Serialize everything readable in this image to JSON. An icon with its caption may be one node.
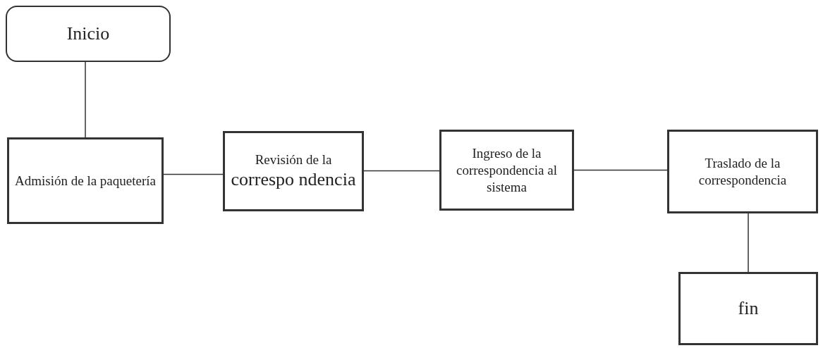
{
  "diagram": {
    "nodes": [
      {
        "text": [
          "Inicio"
        ]
      },
      {
        "text": [
          "Admisión de la paquetería"
        ]
      },
      {
        "text": [
          "Revisión de la",
          "correspo ndencia"
        ]
      },
      {
        "text": [
          "Ingreso de la correspondencia al sistema"
        ]
      },
      {
        "text": [
          "Traslado de la correspondencia"
        ]
      },
      {
        "text": [
          "fin"
        ]
      }
    ],
    "edges": [
      {
        "from": 0,
        "to": 1,
        "arrow": "none"
      },
      {
        "from": 1,
        "to": 2,
        "arrow": "none"
      },
      {
        "from": 2,
        "to": 3,
        "arrow": "none"
      },
      {
        "from": 3,
        "to": 4,
        "arrow": "none"
      },
      {
        "from": 4,
        "to": 5,
        "arrow": "none"
      }
    ]
  }
}
